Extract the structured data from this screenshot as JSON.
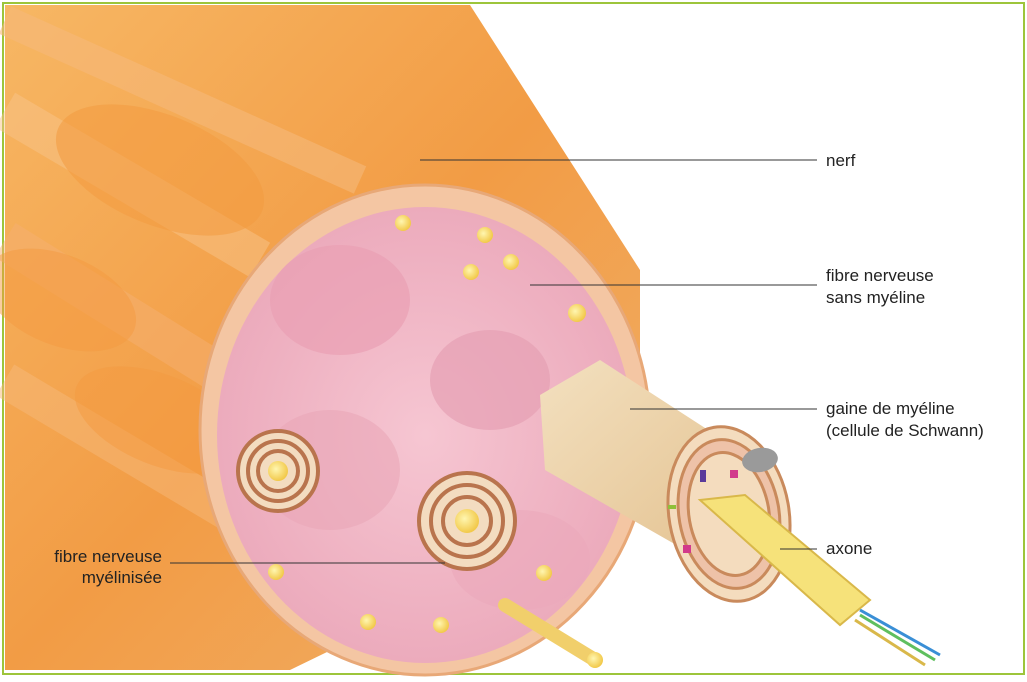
{
  "labels": {
    "nerf": "nerf",
    "fibre_sans_myeline_line1": "fibre nerveuse",
    "fibre_sans_myeline_line2": "sans myéline",
    "gaine_line1": "gaine de myéline",
    "gaine_line2": "(cellule de Schwann)",
    "axone": "axone",
    "fibre_myelinisee_line1": "fibre nerveuse",
    "fibre_myelinisee_line2": "myélinisée"
  },
  "colors": {
    "frame_border": "#9dc53b",
    "nerve_orange": "#f4a24c",
    "nerve_light": "#f8c98c",
    "cross_section_pink": "#f2b8c6",
    "myelin_tan": "#efd7b0",
    "axon_yellow": "#f6e27a",
    "label_text": "#222222"
  }
}
